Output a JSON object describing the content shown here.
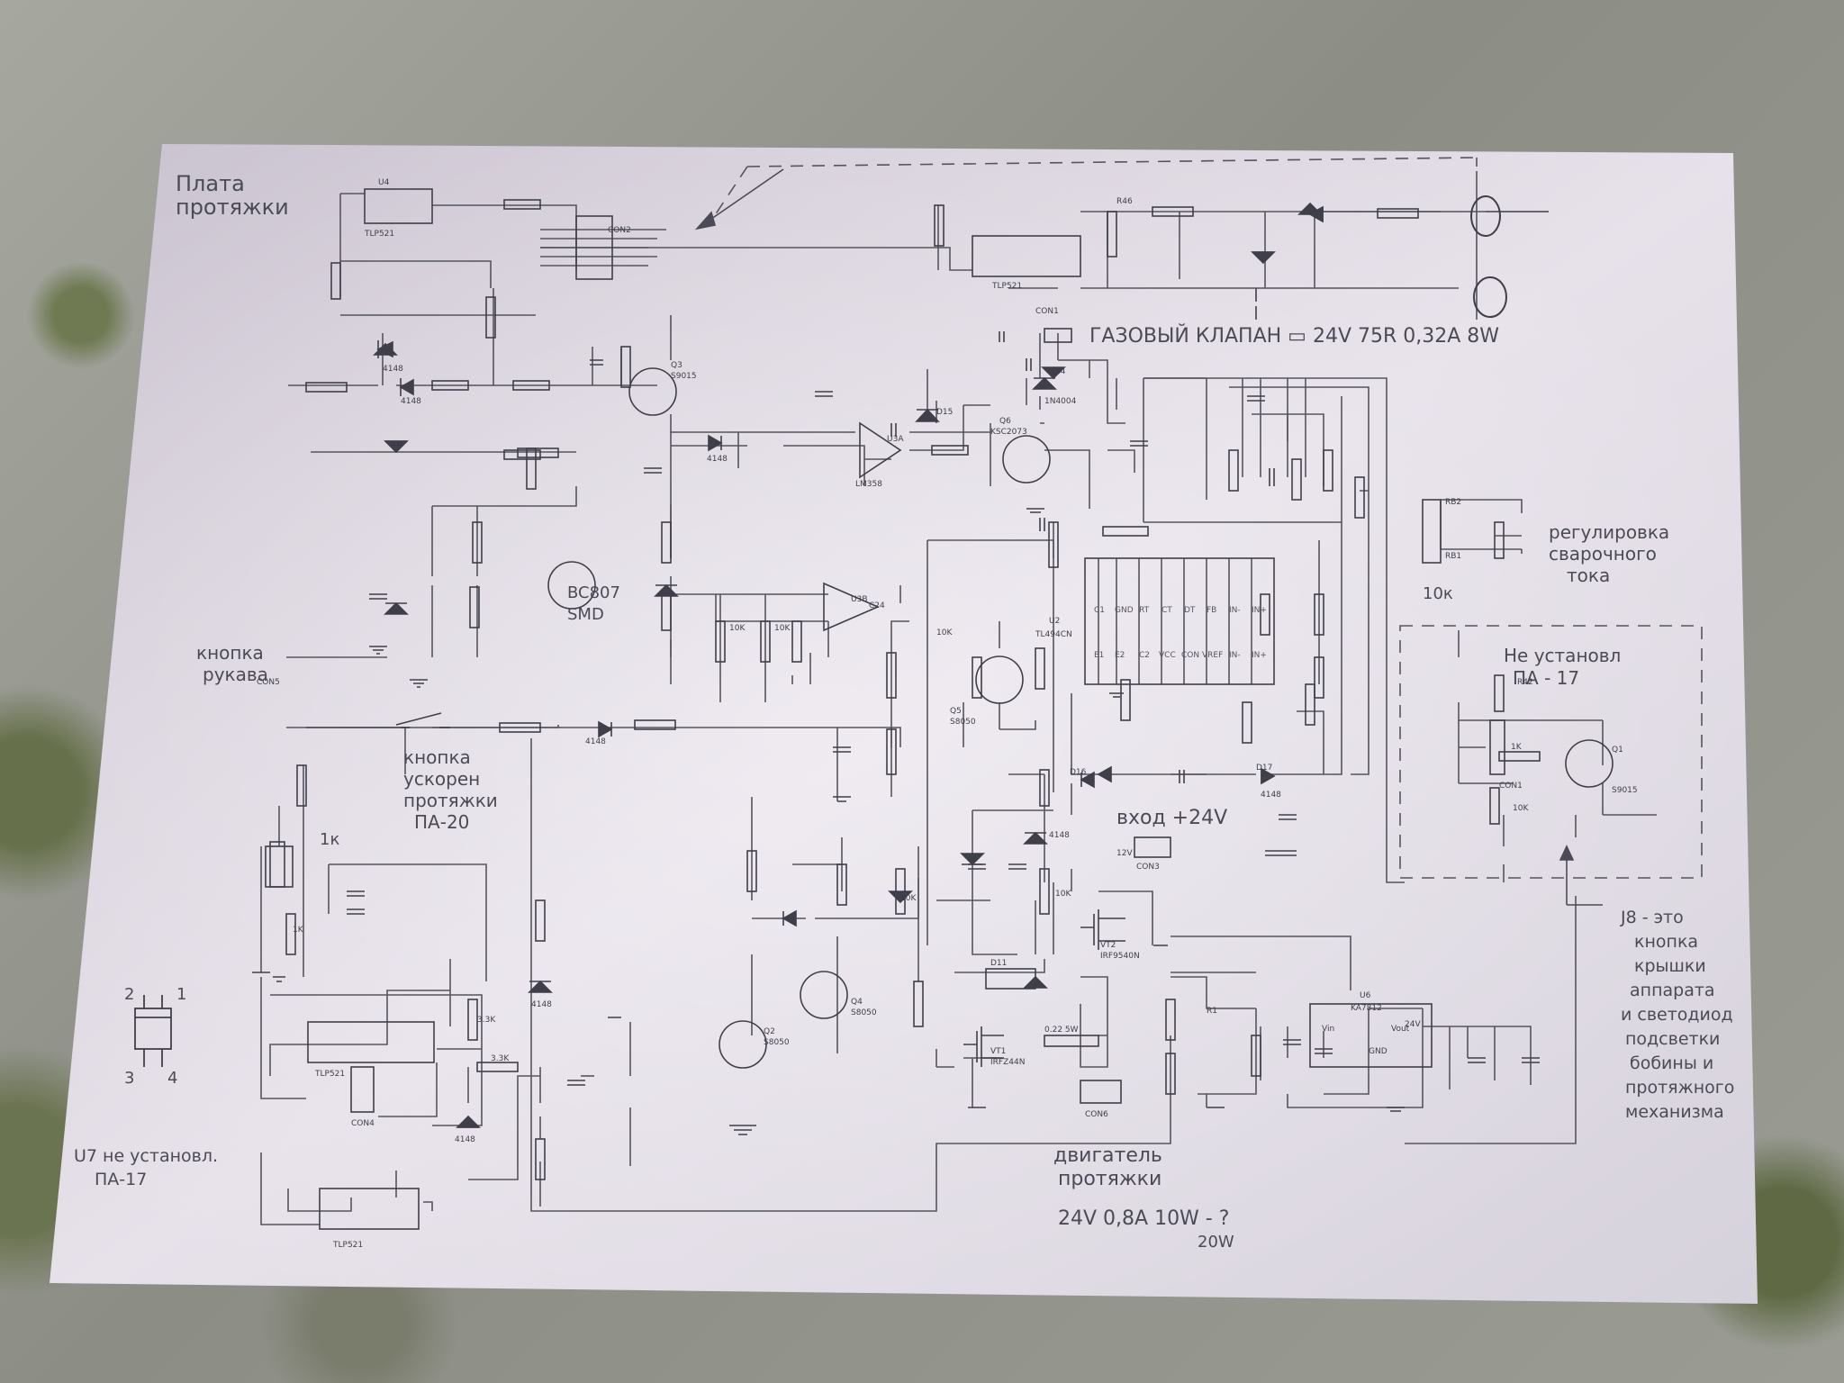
{
  "annotations": {
    "board_title": [
      "Плата",
      "протяжки"
    ],
    "gas_valve": "ГАЗОВЫЙ КЛАПАН ▭ 24V 75R 0,32A 8W",
    "current_adjust": [
      "регулировка",
      "сварочного",
      "тока"
    ],
    "pot_value": "10к",
    "not_installed_top": [
      "Не установл",
      "ПА - 17"
    ],
    "sleeve_button": [
      "кнопка",
      "рукава"
    ],
    "bc807": [
      "BC807",
      "SMD"
    ],
    "accel_button": [
      "кнопка",
      "ускорен",
      "протяжки",
      "ПА-20"
    ],
    "pot_1k": "1к",
    "input_24v": "вход +24V",
    "motor": [
      "двигатель",
      "протяжки",
      "24V 0,8A 10W - ?",
      "20W"
    ],
    "u7_not_installed": [
      "U7 не установл.",
      "ПА-17"
    ],
    "j8_note": [
      "J8 - это",
      "кнопка",
      "крышки",
      "аппарата",
      "и светодиод",
      "подсветки",
      "бобины и",
      "протяжного",
      "механизма"
    ],
    "pinout_labels": [
      "2",
      "1",
      "3",
      "4"
    ]
  },
  "components": {
    "u4": "U4",
    "tlp521_top": "TLP521",
    "tlp521_mid": "TLP521",
    "tlp521_bot": "TLP521",
    "tlp521_right": "TLP521",
    "con2": "CON2",
    "con1": "CON1",
    "con3": "CON3",
    "con4": "CON4",
    "con5": "CON5",
    "con6": "CON6",
    "q3": "Q3",
    "s9015": "S9015",
    "q6": "Q6",
    "ksc2073": "KSC2073",
    "d15": "D15",
    "d14": "D14",
    "in4004": "1N4004",
    "u3a": "U3A",
    "u3b": "U3B",
    "lm358": "LM358",
    "u2": "U2",
    "tl494cn": "TL494CN",
    "q5": "Q5",
    "s8050": "S8050",
    "q4": "Q4",
    "q2": "Q2",
    "q1": "Q1",
    "vt2": "VT2",
    "irf9540n": "IRF9540N",
    "vt1": "VT1",
    "irf244n": "IRFZ44N",
    "u6": "U6",
    "ka7812": "KA7812",
    "r_shunt": "0.22 5W",
    "rb2": "RB2",
    "rb1": "RB1",
    "pins_u2": [
      "C1",
      "GND",
      "RT",
      "CT",
      "DT",
      "FB",
      "IN-",
      "IN+",
      "E1",
      "E2",
      "C2",
      "VCC",
      "CON",
      "VREF",
      "IN-",
      "IN+"
    ],
    "c24": "C24",
    "d11": "D11",
    "d16": "D16",
    "d17": "D17",
    "r46": "R46",
    "r42": "R42",
    "r1": "R1",
    "val_4148": "4148",
    "val_10k": "10K",
    "val_1k": "1K",
    "val_33k": "3.3K",
    "v12": "12V",
    "v24": "24V",
    "vin": "Vin",
    "vout": "Vout",
    "gnd": "GND"
  }
}
